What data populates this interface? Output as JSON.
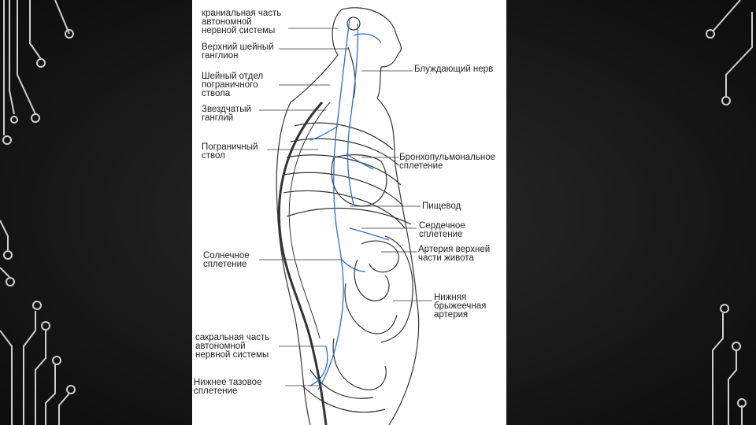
{
  "labels": {
    "cranial": "краниальная часть\nавтономной\nнервной системы",
    "upper_cervical": "Верхний шейный\nганглион",
    "vagus": "Блуждающий нерв",
    "cervical_trunk": "Шейный отдел\nпограничного\nствола",
    "stellate": "Звездчатый\nганглий",
    "border_trunk": "Пограничный\nствол",
    "bronchopulmonary": "Бронхопульмональное\nсплетение",
    "esophagus": "Пищевод",
    "cardiac": "Сердечное\nсплетение",
    "solar": "Солнечное\nсплетение",
    "upper_abdomen_artery": "Артерия верхней\nчасти живота",
    "inferior_mesenteric": "Нижняя\nбрыжеечная\nартерия",
    "sacral": "сакральная часть\nавтономной\nнервной системы",
    "lower_pelvic": "Нижнее тазовое\nсплетение"
  },
  "colors": {
    "background": "#151515",
    "figure_bg": "#ffffff",
    "nerve": "#2a6fd6",
    "ink": "#333333",
    "circuit": "#cfcfcf"
  }
}
